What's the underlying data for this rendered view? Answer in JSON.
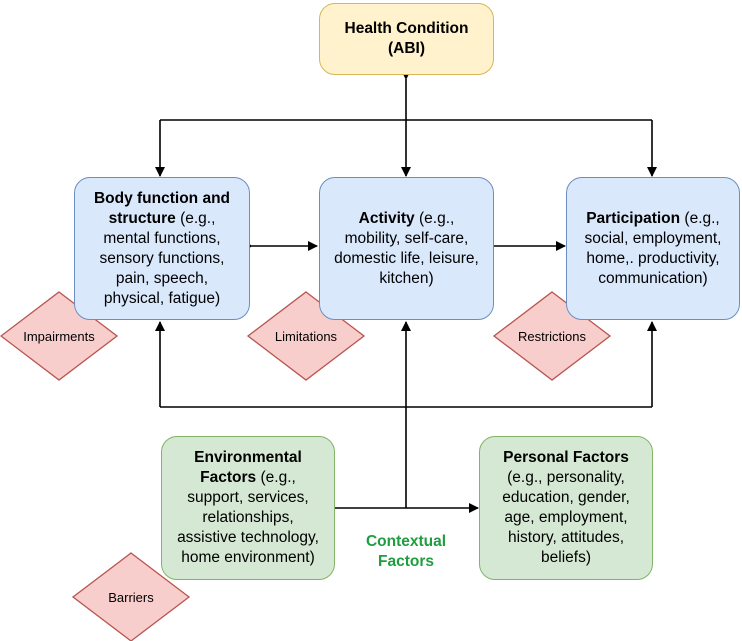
{
  "health_condition": {
    "line1": "Health Condition",
    "line2": "(ABI)"
  },
  "body_function": {
    "title": "Body function and",
    "title2": "structure",
    "rest1": "(e.g.,",
    "lines": [
      "mental functions,",
      "sensory functions,",
      "pain, speech,",
      "physical, fatigue)"
    ]
  },
  "activity": {
    "title": "Activity",
    "rest1": "(e.g.,",
    "lines": [
      "mobility, self-care,",
      "domestic life, leisure,",
      "kitchen)"
    ]
  },
  "participation": {
    "title": "Participation",
    "rest1": "(e.g.,",
    "lines": [
      "social, employment,",
      "home,. productivity,",
      "communication)"
    ]
  },
  "environmental": {
    "title1": "Environmental",
    "title2": "Factors",
    "rest1": "(e.g.,",
    "lines": [
      "support, services,",
      "relationships,",
      "assistive technology,",
      "home environment)"
    ]
  },
  "personal": {
    "title": "Personal Factors",
    "lines": [
      "(e.g., personality,",
      "education, gender,",
      "age, employment,",
      "history, attitudes,",
      "beliefs)"
    ]
  },
  "contextual": {
    "line1": "Contextual",
    "line2": "Factors"
  },
  "diamonds": {
    "impairments": "Impairments",
    "limitations": "Limitations",
    "restrictions": "Restrictions",
    "barriers": "Barriers"
  },
  "colors": {
    "yellow_fill": "#fff2cc",
    "yellow_stroke": "#d6b656",
    "blue_fill": "#dae8fc",
    "blue_stroke": "#6c8ebf",
    "green_fill": "#d5e8d4",
    "green_stroke": "#82b366",
    "diamond_fill": "#f8cecc",
    "diamond_stroke": "#b85450",
    "contextual_text": "#1e9e3e"
  }
}
